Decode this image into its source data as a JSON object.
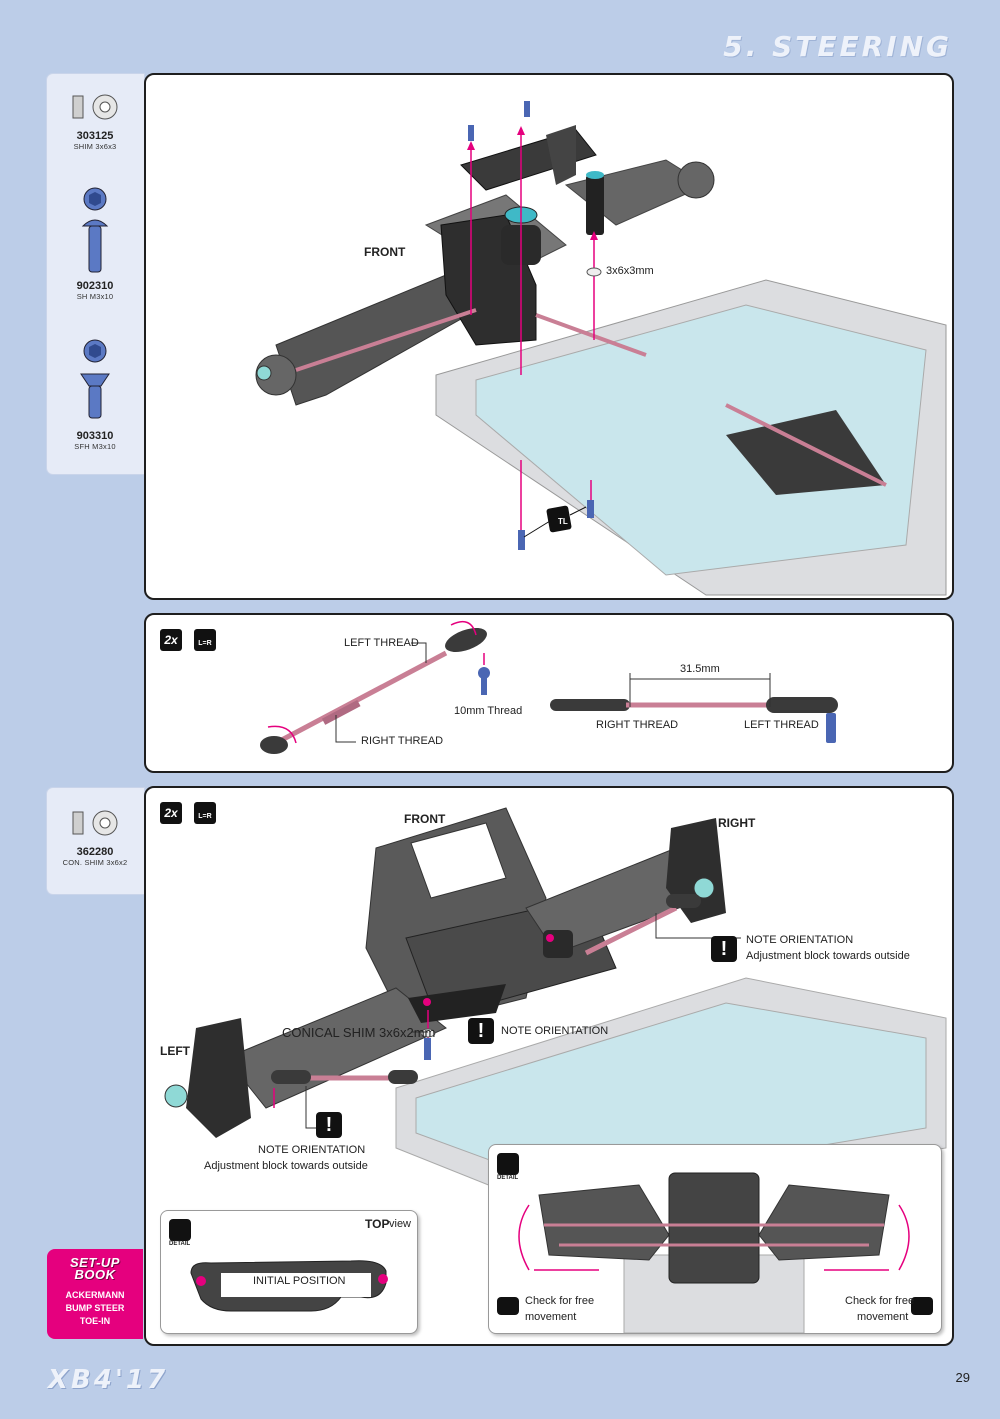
{
  "header": {
    "title": "5. STEERING"
  },
  "parts_top": [
    {
      "number": "303125",
      "desc": "SHIM 3x6x3"
    },
    {
      "number": "902310",
      "desc": "SH M3x10"
    },
    {
      "number": "903310",
      "desc": "SFH M3x10"
    }
  ],
  "step1": {
    "front_label": "FRONT",
    "shim_label": "3x6x3mm",
    "tool_label": "TL"
  },
  "step2": {
    "qty": "2x",
    "lr": "L=R",
    "left_thread": "LEFT THREAD",
    "right_thread": "RIGHT THREAD",
    "ten_mm": "10mm Thread",
    "dimension": "31.5mm",
    "right_thread_b": "RIGHT  THREAD",
    "left_thread_b": "LEFT  THREAD"
  },
  "parts_bottom": [
    {
      "number": "362280",
      "desc": "CON. SHIM 3x6x2"
    }
  ],
  "step3": {
    "qty": "2x",
    "lr": "L=R",
    "front_label": "FRONT",
    "right_label": "RIGHT",
    "left_label": "LEFT",
    "note_title": "NOTE ORIENTATION",
    "note_sub": "Adjustment block towards outside",
    "conical_shim": "CONICAL SHIM 3x6x2mm",
    "note_center": "NOTE ORIENTATION",
    "note_left_title": "NOTE ORIENTATION",
    "note_left_sub": "Adjustment block towards outside",
    "detail_word": "DETAIL",
    "top_view_bold": "TOP",
    "top_view_rest": " view",
    "initial_position": "INITIAL POSITION",
    "check_left_1": "Check for free",
    "check_left_2": "movement",
    "check_right_1": "Check for free",
    "check_right_2": "movement"
  },
  "setup_book": {
    "title1": "SET-UP",
    "title2": "BOOK",
    "lines": [
      "ACKERMANN",
      "BUMP STEER",
      "TOE-IN"
    ]
  },
  "footer": {
    "logo": "XB4'17",
    "page": "29"
  },
  "colors": {
    "background": "#bccde8",
    "accent": "#e5007e",
    "panel_border": "#1e1e1e"
  }
}
